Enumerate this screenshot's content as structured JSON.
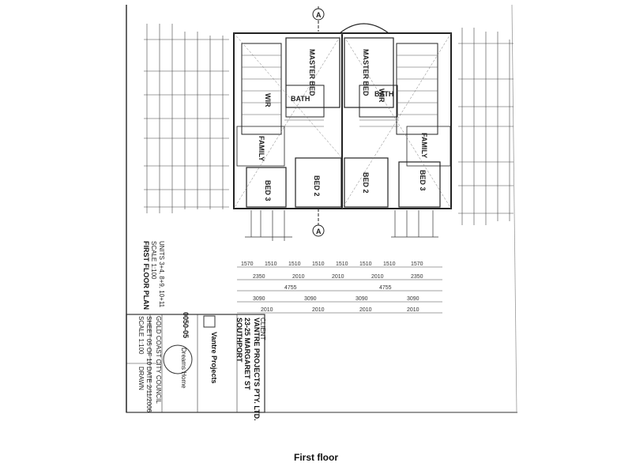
{
  "caption": "First floor",
  "plan": {
    "rooms": {
      "master_bed_left": "MASTER BED",
      "master_bed_right": "MASTER BED",
      "bath_left": "BATH",
      "bath_right": "BATH",
      "wir_left": "WIR",
      "wir_right": "WIR",
      "family_left": "FAMILY",
      "family_right": "FAMILY",
      "bed2_left": "BED 2",
      "bed2_right": "BED 2",
      "bed3_left": "BED 3",
      "bed3_right": "BED 3"
    },
    "section_marker": "A",
    "sheet_title": "FIRST FLOOR PLAN",
    "scale_note": "SCALE 1:100",
    "units_note": "UNITS 3+4, 8+9, 10+11",
    "drawing_number": "0050-05"
  },
  "title_block": {
    "client_label": "CLIENT",
    "client_name": "VANTRE PROJECTS PTY. LTD.",
    "project_line1": "23-25 MARGARET ST",
    "project_line2": "SOUTHPORT",
    "company_name": "Vantre Projects",
    "logo_text": "Dreams Home",
    "council": "GOLD COAST CITY COUNCIL",
    "sheet_text": "SHEET 05 OF 10",
    "scale_text": "SCALE 1:100",
    "date_text": "DATE 2/11/2006",
    "drawn_text": "DRAWN"
  },
  "dimensions": {
    "row1": [
      "1570",
      "1510",
      "1510",
      "1510",
      "1510",
      "1510",
      "1510",
      "1570"
    ],
    "row2": [
      "2350",
      "2010",
      "2010",
      "2010",
      "2350"
    ],
    "row3": [
      "4755",
      "4755"
    ],
    "row4": [
      "3090",
      "3090",
      "3090",
      "3090"
    ],
    "row5": [
      "2010",
      "2010",
      "2010",
      "2010"
    ]
  }
}
